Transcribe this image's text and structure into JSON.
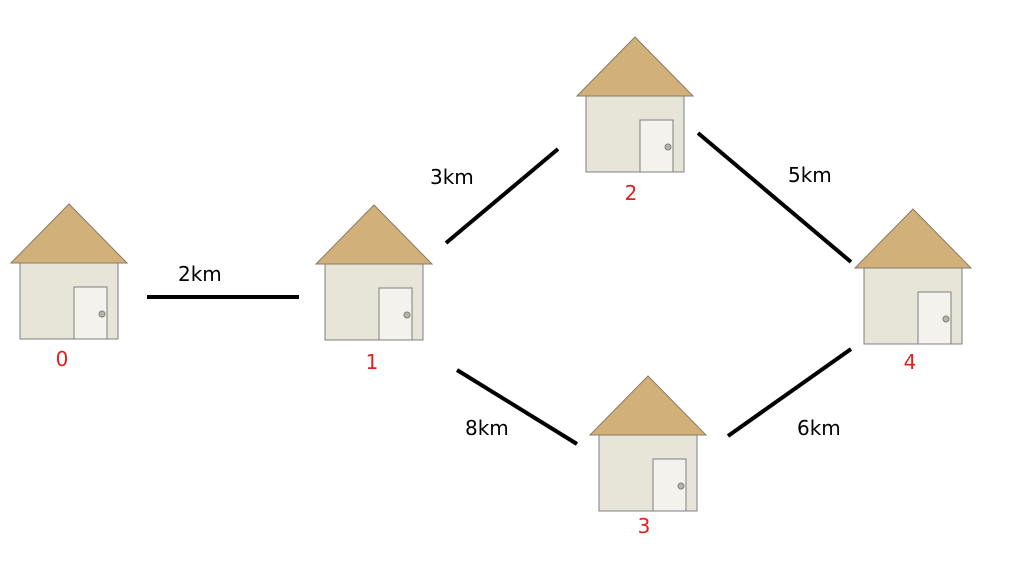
{
  "colors": {
    "roof": "#d2b07a",
    "wall": "#e7e5d8",
    "label": "#e0201f",
    "edge": "#000000"
  },
  "houses": [
    {
      "id": "0",
      "label": "0"
    },
    {
      "id": "1",
      "label": "1"
    },
    {
      "id": "2",
      "label": "2"
    },
    {
      "id": "3",
      "label": "3"
    },
    {
      "id": "4",
      "label": "4"
    }
  ],
  "edges": [
    {
      "from": "0",
      "to": "1",
      "label": "2km"
    },
    {
      "from": "1",
      "to": "2",
      "label": "3km"
    },
    {
      "from": "2",
      "to": "4",
      "label": "5km"
    },
    {
      "from": "1",
      "to": "3",
      "label": "8km"
    },
    {
      "from": "3",
      "to": "4",
      "label": "6km"
    }
  ]
}
